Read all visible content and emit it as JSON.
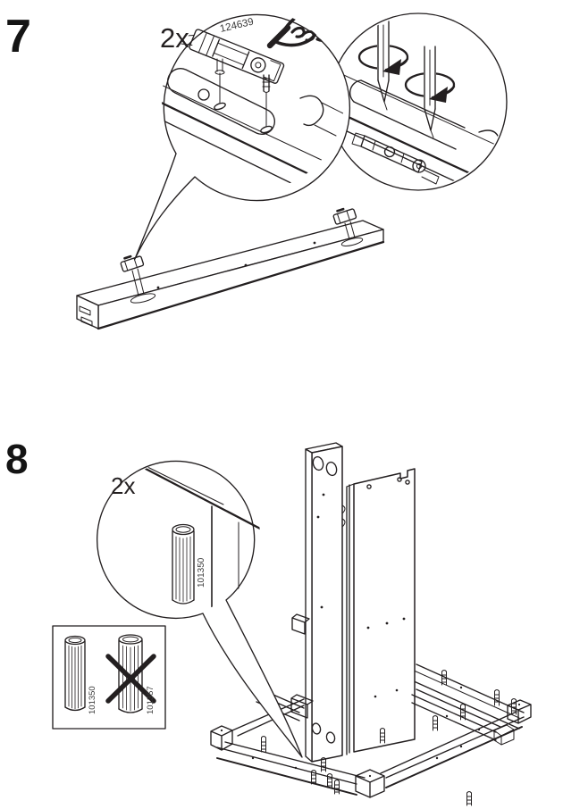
{
  "document": {
    "type": "assembly-instruction-page",
    "background_color": "#ffffff",
    "line_color": "#231f20"
  },
  "step7": {
    "number": "7",
    "quantity": "2x",
    "part_number": "124639",
    "icons": [
      "hand-press-icon",
      "screwdriver-icon",
      "rotation-arrow-icon",
      "magnifier-detail-circle",
      "cam-lock-fitting-icon"
    ]
  },
  "step8": {
    "number": "8",
    "quantity": "2x",
    "detail_part_number": "101350",
    "part_check": {
      "correct_part": "101350",
      "wrong_part": "101357",
      "icons": [
        "wrong-part-cross-icon",
        "wood-dowel-icon"
      ]
    }
  }
}
